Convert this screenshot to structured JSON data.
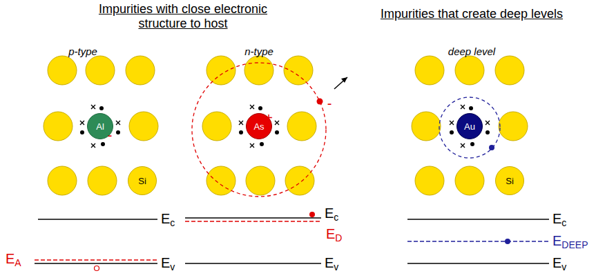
{
  "diagram": {
    "nodes": [
      {
        "text": [
          "Al"
        ]
      },
      {
        "text": [
          "Si"
        ]
      },
      {
        "text": [
          "As"
        ]
      },
      {
        "text": [
          "Au"
        ]
      },
      {
        "text": [
          "Si"
        ]
      }
    ],
    "labels": [
      "Impurities with close electronic structure to host",
      "Impurities that create deep levels",
      "p-type",
      "n-type",
      "deep level",
      "-",
      "+",
      "-",
      "Ec",
      "Ev",
      "EA",
      "Ec",
      "ED",
      "Ev",
      "Ec",
      "EDEEP",
      "Ev"
    ]
  }
}
